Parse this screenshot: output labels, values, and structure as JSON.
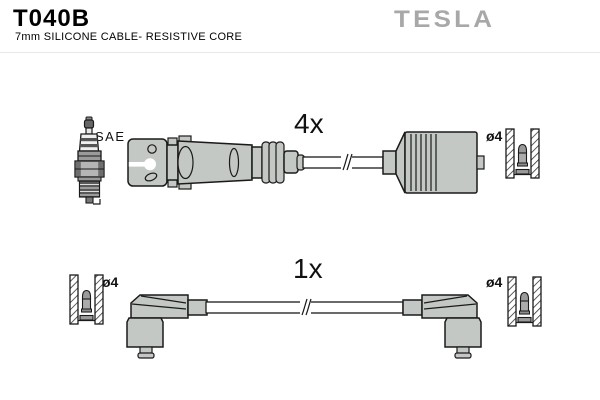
{
  "header": {
    "part_number": "T040B",
    "subtitle": "7mm SILICONE CABLE- RESISTIVE CORE",
    "brand": "TESLA"
  },
  "labels": {
    "spark_plug_standard": "SAE",
    "quantity_top_cable": "4x",
    "quantity_bottom_cable": "1x",
    "diameter_top_right": "ø4",
    "diameter_bottom_left": "ø4",
    "diameter_bottom_right": "ø4"
  },
  "colors": {
    "brand_gray": "#a8a8a8",
    "part_fill": "#c4c8c4",
    "outline": "#1a1a1a",
    "background": "#ffffff"
  }
}
